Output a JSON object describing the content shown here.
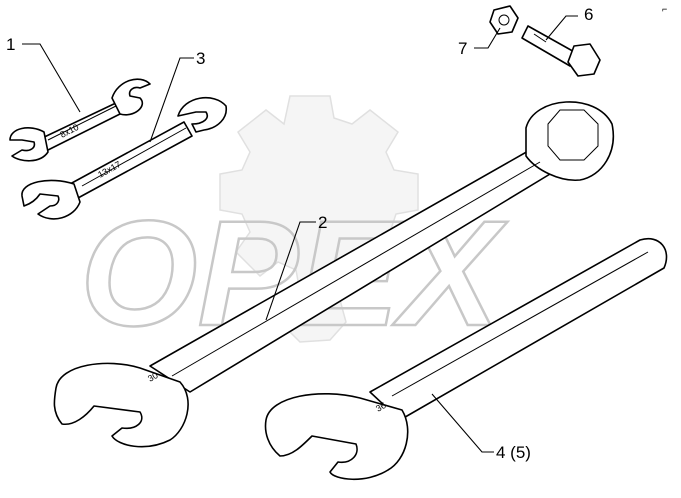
{
  "diagram": {
    "watermark_text": "OPEX",
    "corner_mark": "⌐",
    "callouts": {
      "c1": "1",
      "c2": "2",
      "c3": "3",
      "c4": "4 (5)",
      "c6": "6",
      "c7": "7"
    },
    "size_marks": {
      "m1": "8x10",
      "m3": "13x17",
      "m2": "30",
      "m4": "36"
    }
  }
}
